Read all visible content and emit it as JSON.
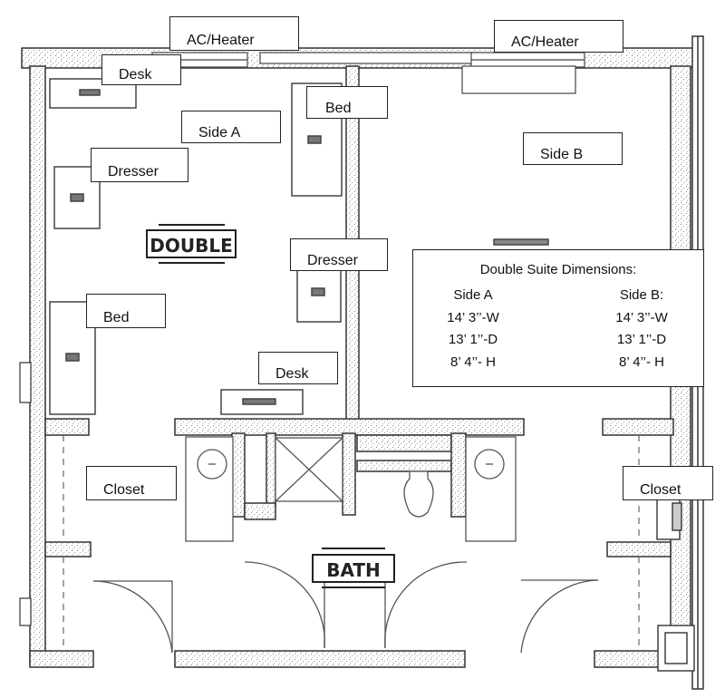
{
  "labels": {
    "ac_heater_a": "AC/Heater",
    "ac_heater_b": "AC/Heater",
    "desk_top": "Desk",
    "bed_center": "Bed",
    "side_a": "Side A",
    "side_b": "Side B",
    "dresser_left": "Dresser",
    "dresser_center": "Dresser",
    "bed_left": "Bed",
    "desk_bottom": "Desk",
    "closet_left": "Closet",
    "closet_right": "Closet"
  },
  "room_tags": {
    "double": "DOUBLE",
    "bath": "BATH"
  },
  "dimensions": {
    "title": "Double Suite Dimensions:",
    "side_a": {
      "header": "Side A",
      "width": "14’ 3’’-W",
      "depth": "13’ 1’’-D",
      "height": "8’ 4’’- H"
    },
    "side_b": {
      "header": "Side B:",
      "width": "14’ 3’’-W",
      "depth": "13’ 1’’-D",
      "height": "8’ 4’’- H"
    }
  }
}
